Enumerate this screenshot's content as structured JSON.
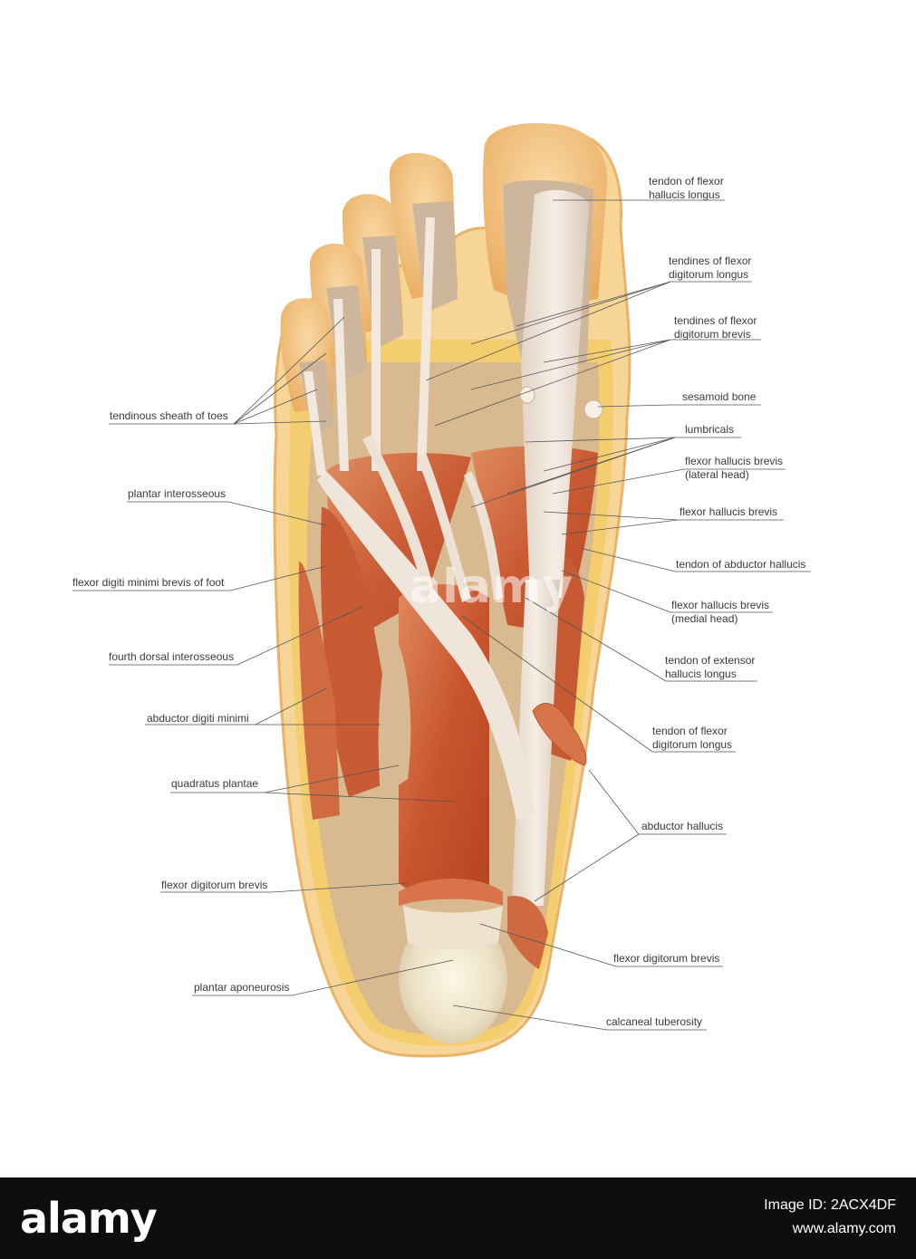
{
  "labels": {
    "tendon_flexor_hallucis_longus": "tendon of flexor\nhallucis longus",
    "tendines_flexor_digitorum_longus": "tendines of flexor\ndigitorum longus",
    "tendines_flexor_digitorum_brevis": "tendines of flexor\ndigitorum brevis",
    "sesamoid_bone": "sesamoid bone",
    "lumbricals": "lumbricals",
    "flexor_hallucis_brevis_lateral": "flexor hallucis brevis\n(lateral head)",
    "flexor_hallucis_brevis": "flexor hallucis brevis",
    "tendon_abductor_hallucis": "tendon of abductor hallucis",
    "flexor_hallucis_brevis_medial": "flexor hallucis brevis\n(medial head)",
    "tendon_extensor_hallucis_longus": "tendon of extensor\nhallucis longus",
    "tendon_flexor_digitorum_longus": "tendon of flexor\ndigitorum longus",
    "abductor_hallucis": "abductor hallucis",
    "flexor_digitorum_brevis_right": "flexor digitorum brevis",
    "calcaneal_tuberosity": "calcaneal tuberosity",
    "tendinous_sheath_of_toes": "tendinous sheath of toes",
    "plantar_interosseous": "plantar interosseous",
    "flexor_digiti_minimi_brevis": "flexor digiti minimi brevis of foot",
    "fourth_dorsal_interosseous": "fourth dorsal interosseous",
    "abductor_digiti_minimi": "abductor digiti minimi",
    "quadratus_plantae": "quadratus plantae",
    "flexor_digitorum_brevis_left": "flexor digitorum brevis",
    "plantar_aponeurosis": "plantar aponeurosis"
  },
  "watermark": "alamy",
  "footer": {
    "logo": "alamy",
    "image_id": "Image ID: 2ACX4DF",
    "url": "www.alamy.com"
  },
  "colors": {
    "skin": "#f3c07a",
    "skin_light": "#f7d9a6",
    "fat": "#f1c64c",
    "muscle": "#c9552e",
    "muscle_light": "#dc7a4d",
    "tendon": "#efe4d9",
    "leader_line": "#555555",
    "footer_bg": "#0e0e0e"
  }
}
